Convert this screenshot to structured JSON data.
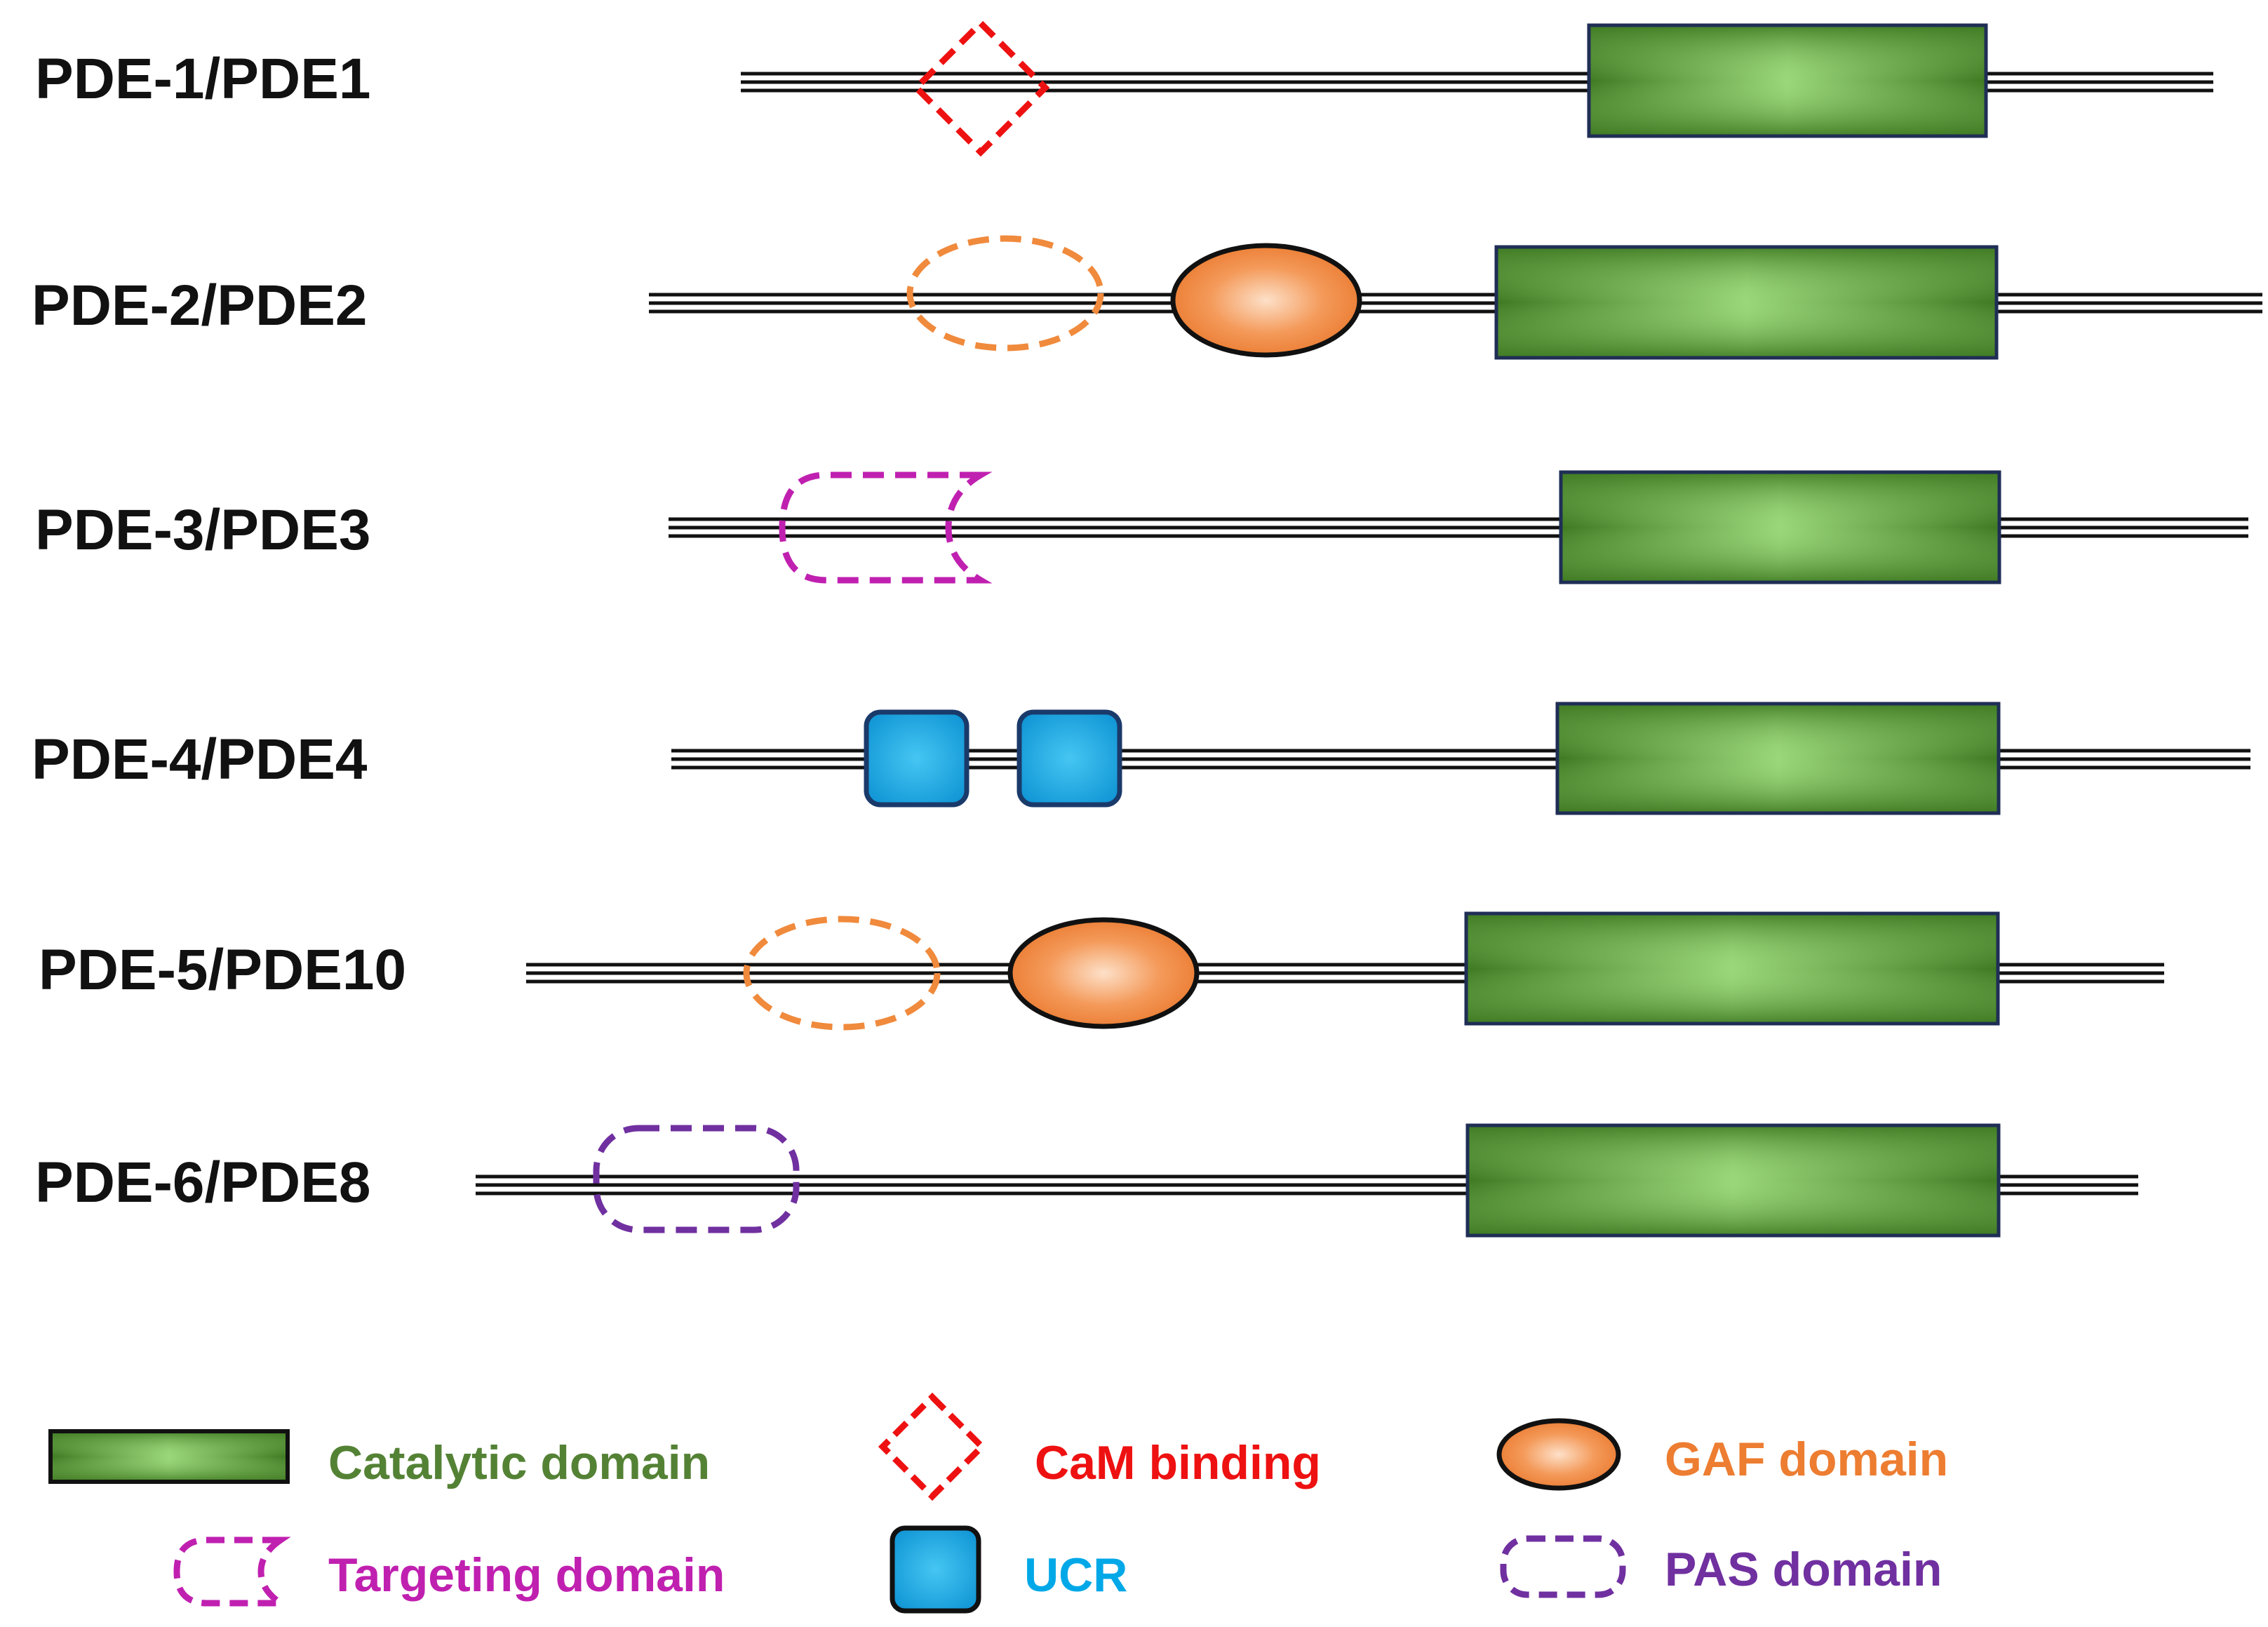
{
  "proteins": [
    {
      "label": "PDE-1/PDE1"
    },
    {
      "label": "PDE-2/PDE2"
    },
    {
      "label": "PDE-3/PDE3"
    },
    {
      "label": "PDE-4/PDE4"
    },
    {
      "label": "PDE-5/PDE10"
    },
    {
      "label": "PDE-6/PDE8"
    }
  ],
  "legend": [
    {
      "id": "catalytic",
      "label": "Catalytic domain",
      "color": "#548235"
    },
    {
      "id": "cam",
      "label": "CaM binding",
      "color": "#ee1111"
    },
    {
      "id": "gaf",
      "label": "GAF domain",
      "color": "#ed7d31"
    },
    {
      "id": "targeting",
      "label": "Targeting domain",
      "color": "#c020b0"
    },
    {
      "id": "ucr",
      "label": "UCR",
      "color": "#00a8e8"
    },
    {
      "id": "pas",
      "label": "PAS domain",
      "color": "#7030a0"
    }
  ],
  "colors": {
    "catalytic_light": "#9ad67a",
    "catalytic_dark": "#3f7a22",
    "catalytic_border": "#1f2e55",
    "cam": "#ee1111",
    "gaf_light": "#fcd3b2",
    "gaf_dark": "#ed7d31",
    "gaf_dashed": "#f08a3c",
    "targeting": "#c020b0",
    "ucr_light": "#3ec0f0",
    "ucr_dark": "#0a8fd0",
    "ucr_border": "#1a3a6a",
    "pas": "#7030a0",
    "backbone": "#111111"
  }
}
